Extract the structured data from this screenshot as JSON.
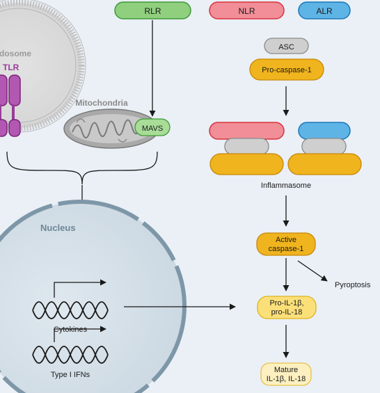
{
  "sensors": {
    "rlr": "RLR",
    "nlr": "NLR",
    "alr": "ALR"
  },
  "endosome": {
    "label": "dosome",
    "receptor": "TLR"
  },
  "mitochondria": {
    "label": "Mitochondria",
    "adaptor": "MAVS"
  },
  "inflammasome": {
    "asc": "ASC",
    "pro_caspase": "Pro-caspase-1",
    "label": "Inflammasome",
    "active_caspase_line1": "Active",
    "active_caspase_line2": "caspase-1",
    "pyroptosis": "Pyroptosis",
    "pro_il_line1": "Pro-IL-1β,",
    "pro_il_line2": "pro-IL-18",
    "mature_line1": "Mature",
    "mature_line2": "IL-1β, IL-18"
  },
  "nucleus": {
    "label": "Nucleus",
    "gene1": "Cytokines",
    "gene2": "Type I IFNs"
  },
  "colors": {
    "background": "#eaf0f6",
    "green": "#8fcf7e",
    "red": "#f18e97",
    "blue": "#5fb4e6",
    "orange": "#f0b41e",
    "yellow": "#fbe07a",
    "gray": "#cfcfcf",
    "purple": "#9a3a9a",
    "nucleus": "#7e97a8"
  }
}
